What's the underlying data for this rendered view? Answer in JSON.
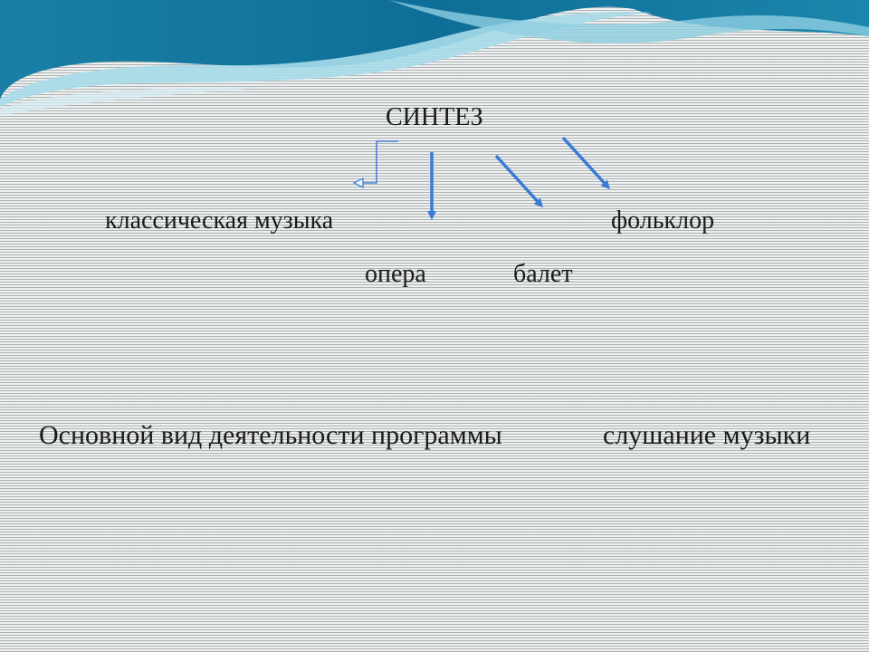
{
  "diagram": {
    "root": "СИНТЕЗ",
    "branches": {
      "classical": "классическая музыка",
      "opera": "опера",
      "ballet": "балет",
      "folklore": "фольклор"
    }
  },
  "footer": {
    "activity_label": "Основной вид деятельности программы",
    "activity_value": "слушание музыки"
  },
  "colors": {
    "arrow": "#3a7bd5",
    "wave_dark": "#0e6f96",
    "wave_light": "#a7dbe9"
  }
}
